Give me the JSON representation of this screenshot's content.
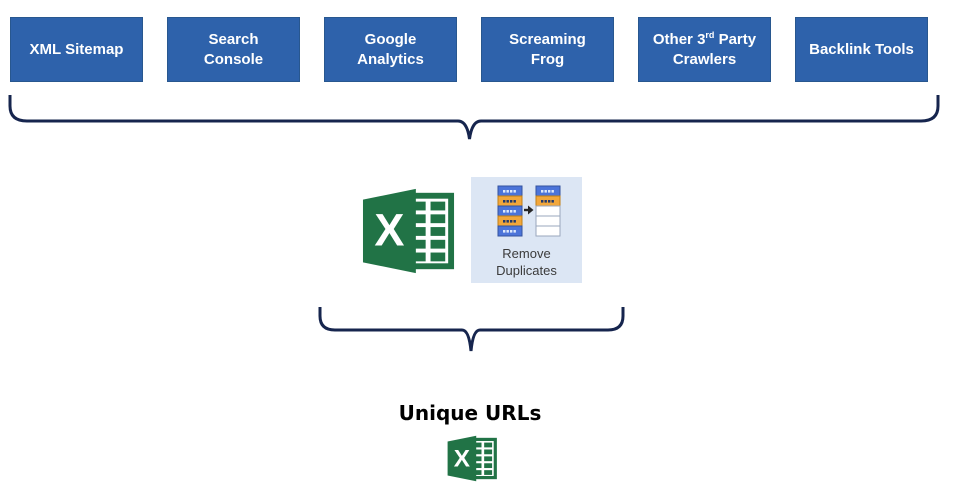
{
  "diagram": {
    "sources": {
      "items": [
        {
          "label": "XML Sitemap"
        },
        {
          "label": "Search\nConsole"
        },
        {
          "label": "Google\nAnalytics"
        },
        {
          "label": "Screaming\nFrog"
        },
        {
          "prefix": "Other 3",
          "sup": "rd",
          "suffix": " Party\nCrawlers"
        },
        {
          "label": "Backlink Tools"
        }
      ]
    },
    "process": {
      "excel_icon": "excel-icon",
      "remove_duplicates": {
        "line1": "Remove",
        "line2": "Duplicates"
      }
    },
    "output": {
      "title": "Unique URLs",
      "excel_icon": "excel-icon"
    }
  },
  "colors": {
    "box_fill": "#2E62AB",
    "box_text": "#FFFFFF",
    "brace": "#16254E",
    "excel_green": "#217346",
    "remove_duplicates_bg": "#DCE6F4",
    "cell_blue": "#4C74D9",
    "cell_orange": "#F2A73B",
    "title_text": "#000000"
  }
}
